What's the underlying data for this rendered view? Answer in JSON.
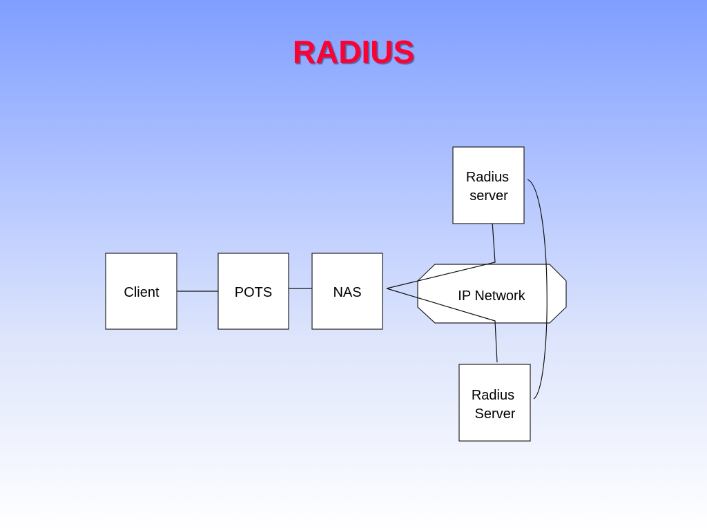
{
  "slide": {
    "title": "RADIUS",
    "title_color": "#ff0033"
  },
  "diagram": {
    "nodes": {
      "client": {
        "label": "Client"
      },
      "pots": {
        "label": "POTS"
      },
      "nas": {
        "label": "NAS"
      },
      "ip_network": {
        "label": "IP Network"
      },
      "radius_server_top": {
        "line1": "Radius",
        "line2": "server"
      },
      "radius_server_bottom": {
        "line1": "Radius",
        "line2": "Server"
      }
    },
    "edges": [
      {
        "from": "client",
        "to": "pots"
      },
      {
        "from": "pots",
        "to": "nas"
      },
      {
        "from": "nas",
        "to": "radius_server_top",
        "via": "ip_network"
      },
      {
        "from": "nas",
        "to": "radius_server_bottom",
        "via": "ip_network"
      },
      {
        "from": "radius_server_top",
        "to": "radius_server_bottom"
      }
    ]
  }
}
